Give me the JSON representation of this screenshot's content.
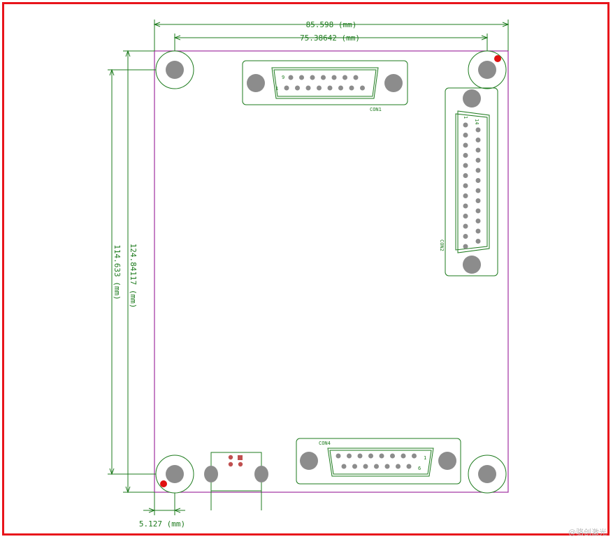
{
  "dimensions": {
    "overall_width": "85.598 (mm)",
    "hole_spacing_x": "75.38642 (mm)",
    "overall_height": "124.84117 (mm)",
    "hole_spacing_y": "114.633 (mm)",
    "hole_offset": "5.127 (mm)"
  },
  "connectors": {
    "con1": {
      "label": "CON1",
      "pin_first": "1",
      "pin_last": "9"
    },
    "con2": {
      "label": "CON2",
      "pin_first": "1",
      "pin_last": "14"
    },
    "con4": {
      "label": "CON4",
      "pin_first": "1",
      "pin_last": "6"
    }
  },
  "watermark": "@骆创激光",
  "colors": {
    "frame": "#e8141b",
    "outline": "#1e7b1e",
    "board": "#a030a0",
    "marker": "#e01010"
  }
}
